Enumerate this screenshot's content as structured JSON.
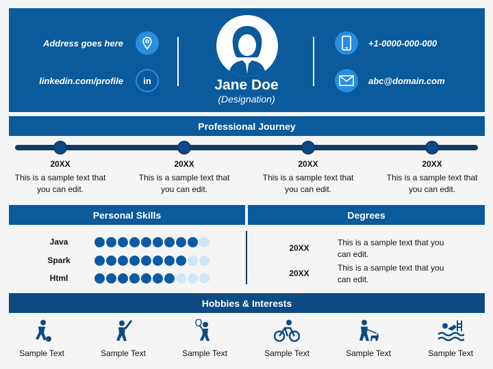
{
  "header": {
    "address": "Address goes here",
    "linkedin": "linkedin.com/profile",
    "phone": "+1-0000-000-000",
    "email": "abc@domain.com",
    "name": "Jane Doe",
    "designation": "(Designation)"
  },
  "journey": {
    "title": "Professional Journey",
    "items": [
      {
        "year": "20XX",
        "text": "This is a sample text that you can edit."
      },
      {
        "year": "20XX",
        "text": "This is a sample text that you can edit."
      },
      {
        "year": "20XX",
        "text": "This is a sample text that you can edit."
      },
      {
        "year": "20XX",
        "text": "This is a sample text that you can edit."
      }
    ]
  },
  "skills": {
    "title": "Personal Skills",
    "dots_total": 10,
    "items": [
      {
        "name": "Java",
        "level": 9
      },
      {
        "name": "Spark",
        "level": 8
      },
      {
        "name": "Html",
        "level": 7
      }
    ]
  },
  "degrees": {
    "title": "Degrees",
    "items": [
      {
        "year": "20XX",
        "text": "This is a sample text that you can edit."
      },
      {
        "year": "20XX",
        "text": "This is a sample text that you can edit."
      }
    ]
  },
  "hobbies": {
    "title": "Hobbies & Interests",
    "items": [
      {
        "icon": "soccer-icon",
        "label": "Sample Text"
      },
      {
        "icon": "cricket-icon",
        "label": "Sample Text"
      },
      {
        "icon": "tennis-icon",
        "label": "Sample Text"
      },
      {
        "icon": "cycling-icon",
        "label": "Sample Text"
      },
      {
        "icon": "dog-walking-icon",
        "label": "Sample Text"
      },
      {
        "icon": "swimming-icon",
        "label": "Sample Text"
      }
    ]
  },
  "colors": {
    "primary": "#0a5a9c",
    "dark": "#123a66",
    "accent": "#2a8ee0",
    "dot_off": "#cfe6f7"
  }
}
